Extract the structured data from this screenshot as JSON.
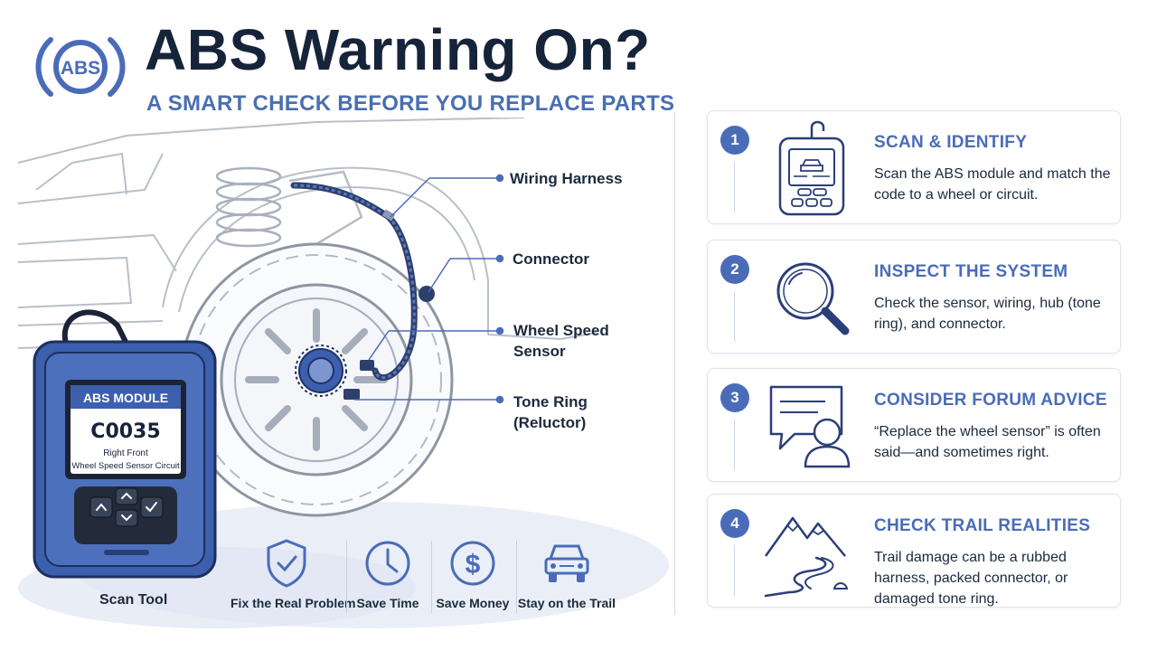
{
  "header": {
    "logo_text": "ABS",
    "title": "ABS Warning On?",
    "subtitle": "A SMART CHECK BEFORE YOU REPLACE PARTS"
  },
  "illustration": {
    "callouts": {
      "wiring_harness": "Wiring Harness",
      "connector": "Connector",
      "wheel_speed_sensor": [
        "Wheel Speed",
        "Sensor"
      ],
      "tone_ring": [
        "Tone Ring",
        "(Reluctor)"
      ]
    },
    "scan_tool": {
      "screen_header": "ABS MODULE",
      "code": "C0035",
      "desc_line1": "Right Front",
      "desc_line2": "Wheel Speed Sensor Circuit",
      "label": "Scan Tool"
    }
  },
  "benefits": [
    {
      "label": "Fix the Real Problem",
      "icon": "shield-check-icon"
    },
    {
      "label": "Save Time",
      "icon": "clock-icon"
    },
    {
      "label": "Save Money",
      "icon": "dollar-icon"
    },
    {
      "label": "Stay on the Trail",
      "icon": "truck-icon"
    }
  ],
  "steps": [
    {
      "number": "1",
      "title": "SCAN & IDENTIFY",
      "body": "Scan the ABS module and match the code to a wheel or circuit.",
      "icon": "scan-tool-icon"
    },
    {
      "number": "2",
      "title": "INSPECT THE SYSTEM",
      "body": "Check the sensor, wiring, hub (tone ring), and connector.",
      "icon": "magnifier-icon"
    },
    {
      "number": "3",
      "title": "CONSIDER FORUM ADVICE",
      "body": "“Replace the wheel sensor” is often said—and sometimes right.",
      "icon": "forum-chat-icon"
    },
    {
      "number": "4",
      "title": "CHECK TRAIL REALITIES",
      "body": "Trail damage can be a rubbed harness, packed connector, or damaged tone ring.",
      "icon": "mountain-trail-icon"
    }
  ],
  "colors": {
    "navy": "#16243a",
    "accent_blue": "#4a6cb8",
    "scan_tool_blue": "#3c5fae"
  }
}
